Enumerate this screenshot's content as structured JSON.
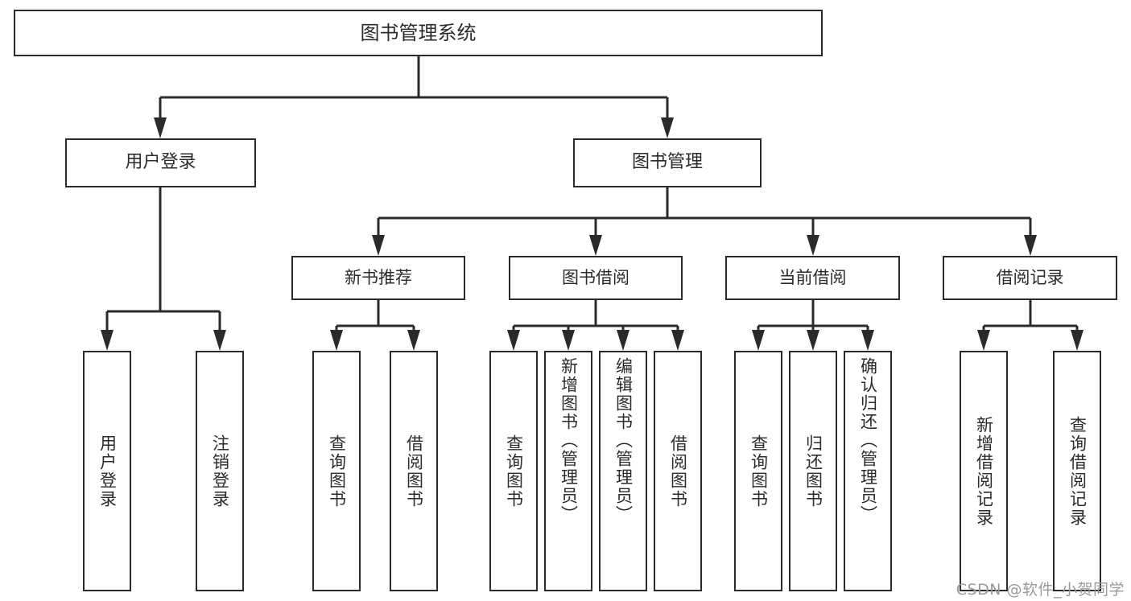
{
  "diagram": {
    "title": "图书管理系统",
    "type": "tree-hierarchy",
    "root": {
      "id": "root",
      "label": "图书管理系统"
    },
    "level2": [
      {
        "id": "user-login",
        "label": "用户登录"
      },
      {
        "id": "book-management",
        "label": "图书管理"
      }
    ],
    "level3": [
      {
        "id": "new-book-recommend",
        "label": "新书推荐",
        "parent": "book-management"
      },
      {
        "id": "book-borrow",
        "label": "图书借阅",
        "parent": "book-management"
      },
      {
        "id": "current-borrow",
        "label": "当前借阅",
        "parent": "book-management"
      },
      {
        "id": "borrow-record",
        "label": "借阅记录",
        "parent": "book-management"
      }
    ],
    "leaves": {
      "user_login": [
        {
          "id": "leaf-user-login",
          "label": "用户登录"
        },
        {
          "id": "leaf-logout",
          "label": "注销登录"
        }
      ],
      "new_book_recommend": [
        {
          "id": "leaf-query-book-1",
          "label": "查询图书"
        },
        {
          "id": "leaf-borrow-book-1",
          "label": "借阅图书"
        }
      ],
      "book_borrow": [
        {
          "id": "leaf-query-book-2",
          "label": "查询图书"
        },
        {
          "id": "leaf-add-book",
          "label": "新增图书（管理员）"
        },
        {
          "id": "leaf-edit-book",
          "label": "编辑图书（管理员）"
        },
        {
          "id": "leaf-borrow-book-2",
          "label": "借阅图书"
        }
      ],
      "current_borrow": [
        {
          "id": "leaf-query-book-3",
          "label": "查询图书"
        },
        {
          "id": "leaf-return-book",
          "label": "归还图书"
        },
        {
          "id": "leaf-confirm-return",
          "label": "确认归还（管理员）"
        }
      ],
      "borrow_record": [
        {
          "id": "leaf-add-record",
          "label": "新增借阅记录"
        },
        {
          "id": "leaf-query-record",
          "label": "查询借阅记录"
        }
      ]
    }
  },
  "watermark": {
    "text": "CSDN @软件_小贺同学"
  },
  "colors": {
    "stroke": "#2b2b2b",
    "background": "#ffffff",
    "watermark": "#9a9a9a"
  }
}
